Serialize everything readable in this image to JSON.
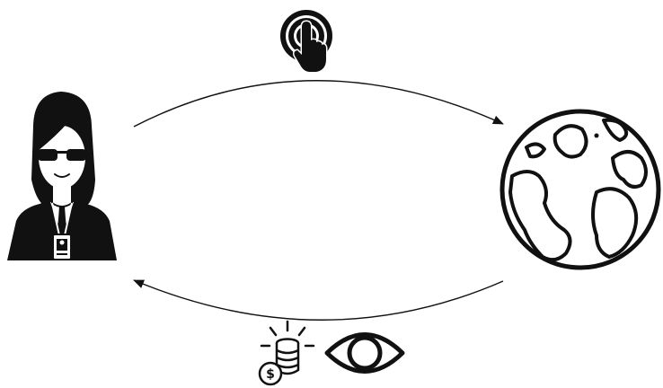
{
  "diagram": {
    "nodes": [
      {
        "id": "agent",
        "icon": "agent-person-icon"
      },
      {
        "id": "world",
        "icon": "globe-icon"
      }
    ],
    "edges": [
      {
        "from": "agent",
        "to": "world",
        "icons": [
          "touch-tap-icon"
        ]
      },
      {
        "from": "world",
        "to": "agent",
        "icons": [
          "coins-reward-icon",
          "eye-icon"
        ]
      }
    ],
    "colors": {
      "ink": "#111111",
      "background": "#ffffff"
    }
  }
}
